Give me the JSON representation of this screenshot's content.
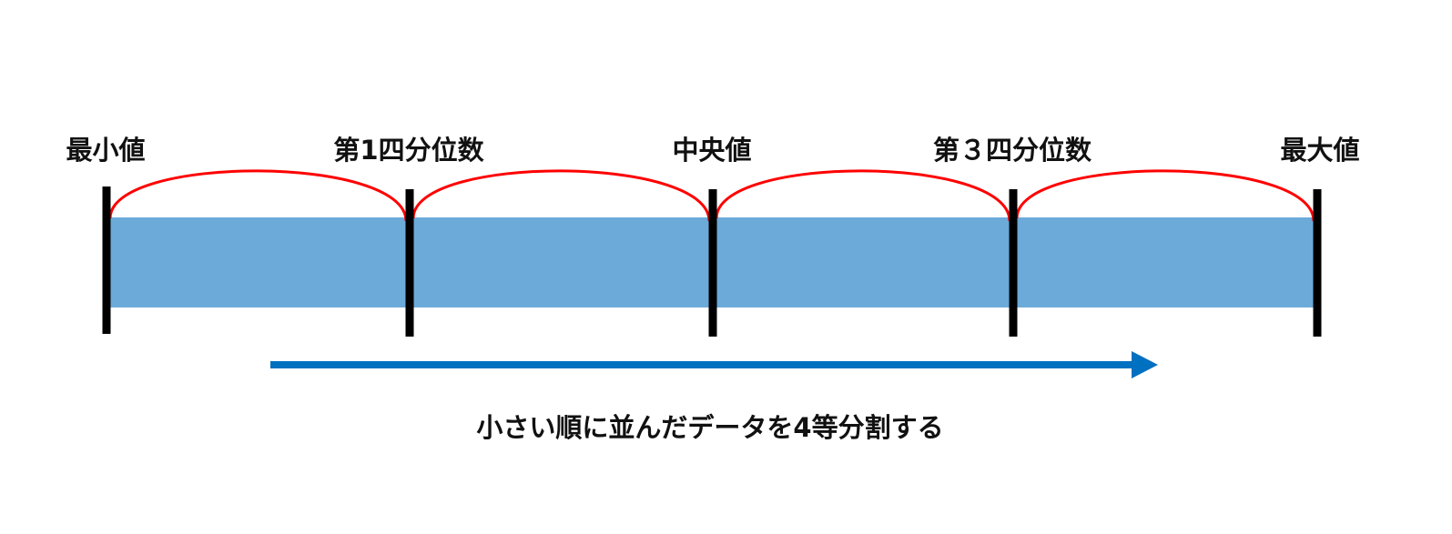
{
  "labels": [
    "最小値",
    "第1四分位数",
    "中央値",
    "第３四分位数",
    "最大値"
  ],
  "caption": "小さい順に並んだデータを4等分割する",
  "colors": {
    "bar": "#6CAAD9",
    "arc": "#FF0000",
    "divider": "#000000",
    "arrow": "#0070C0"
  }
}
